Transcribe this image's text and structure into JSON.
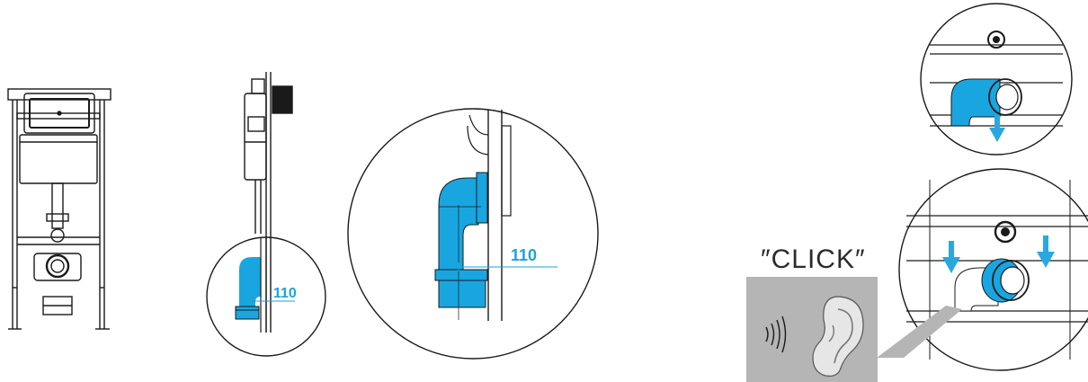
{
  "labels": {
    "dimension_small": "110",
    "dimension_large": "110",
    "click_text": "″CLICK″"
  },
  "colors": {
    "pipe_blue": "#19a6e0",
    "line": "#1a1a1a",
    "callout_gray": "#b5b5b5",
    "arrow_blue": "#29a8e0"
  },
  "icons": {
    "sound": "sound-waves-icon",
    "ear": "ear-icon",
    "down_arrow": "down-arrow-icon"
  }
}
